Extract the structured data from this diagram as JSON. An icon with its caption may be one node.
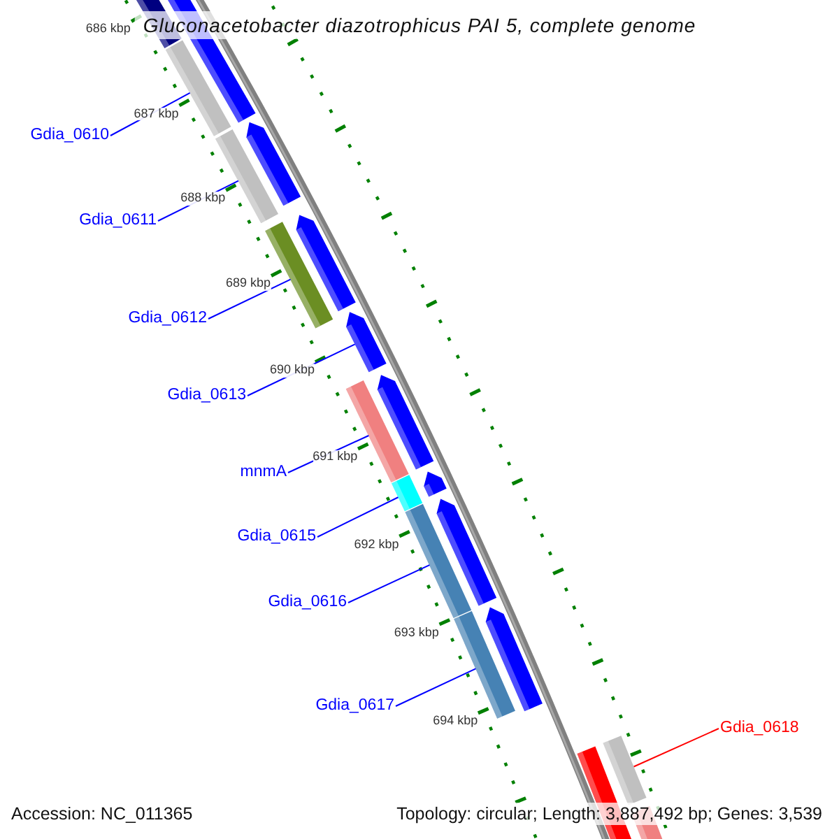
{
  "diagram": {
    "title": "Gluconacetobacter diazotrophicus PAI 5, complete genome",
    "nodes": [
      {
        "text": [
          "Gdia_0610"
        ]
      },
      {
        "text": [],
        "shape": "bar"
      },
      {
        "text": [
          "Gdia_0611"
        ]
      },
      {
        "text": [],
        "shape": "bar"
      },
      {
        "text": [
          "Gdia_0612"
        ]
      },
      {
        "text": [],
        "shape": "bar"
      },
      {
        "text": [
          "Gdia_0613"
        ]
      },
      {
        "text": [],
        "shape": "bar"
      },
      {
        "text": [
          "mnmA"
        ]
      },
      {
        "text": [],
        "shape": "bar"
      },
      {
        "text": [
          "Gdia_0615"
        ]
      },
      {
        "text": [],
        "shape": "bar"
      },
      {
        "text": [
          "Gdia_0616"
        ]
      },
      {
        "text": [],
        "shape": "bar"
      },
      {
        "text": [
          "Gdia_0617"
        ]
      },
      {
        "text": [],
        "shape": "bar"
      },
      {
        "text": [
          "Gdia_0618"
        ]
      },
      {
        "text": [],
        "shape": "bar"
      }
    ],
    "edges": [
      {
        "from": 0,
        "to": 1,
        "arrow": "none"
      },
      {
        "from": 2,
        "to": 3,
        "arrow": "none"
      },
      {
        "from": 4,
        "to": 5,
        "arrow": "none"
      },
      {
        "from": 6,
        "to": 7,
        "arrow": "none"
      },
      {
        "from": 8,
        "to": 9,
        "arrow": "none"
      },
      {
        "from": 10,
        "to": 11,
        "arrow": "none"
      },
      {
        "from": 12,
        "to": 13,
        "arrow": "none"
      },
      {
        "from": 14,
        "to": 15,
        "arrow": "none"
      },
      {
        "from": 16,
        "to": 17,
        "arrow": "none",
        "color": "#ff0000"
      }
    ],
    "labels": [
      "686 kbp",
      "687 kbp",
      "688 kbp",
      "689 kbp",
      "690 kbp",
      "691 kbp",
      "692 kbp",
      "693 kbp",
      "694 kbp",
      "Accession: NC_011365",
      "Topology: circular; Length: 3,887,492 bp; Genes: 3,539"
    ]
  }
}
